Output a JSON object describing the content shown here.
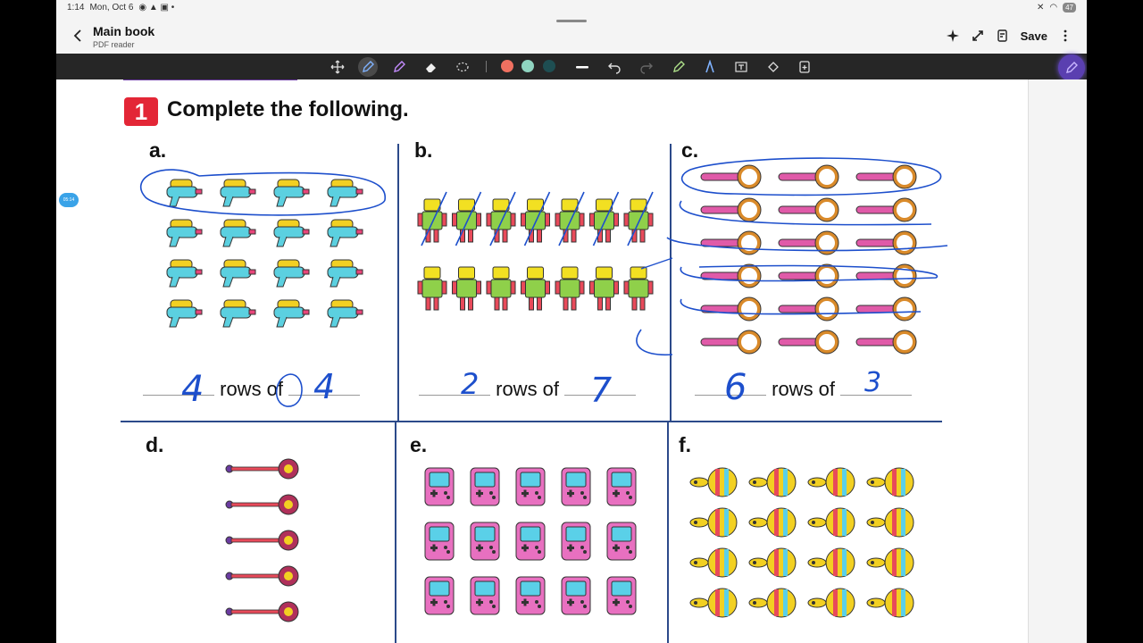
{
  "status": {
    "time": "1:14",
    "date": "Mon, Oct 6",
    "battery": "47"
  },
  "header": {
    "title": "Main book",
    "subtitle": "PDF reader",
    "save_label": "Save"
  },
  "colors": {
    "pen1": "#f07060",
    "pen2": "#8fd4c0",
    "pen3": "#1e4e52",
    "ink": "#1d4fcc",
    "badge": "#e32636"
  },
  "question": {
    "number": "1",
    "text": "Complete the following."
  },
  "sections": [
    {
      "label": "a.",
      "rows_of": "rows of",
      "ans_rows": "4",
      "ans_cols": "4"
    },
    {
      "label": "b.",
      "rows_of": "rows of",
      "ans_rows": "2",
      "ans_cols": "7"
    },
    {
      "label": "c.",
      "rows_of": "rows of",
      "ans_rows": "6",
      "ans_cols": "3"
    },
    {
      "label": "d."
    },
    {
      "label": "e."
    },
    {
      "label": "f."
    }
  ],
  "timecode": "05:14"
}
